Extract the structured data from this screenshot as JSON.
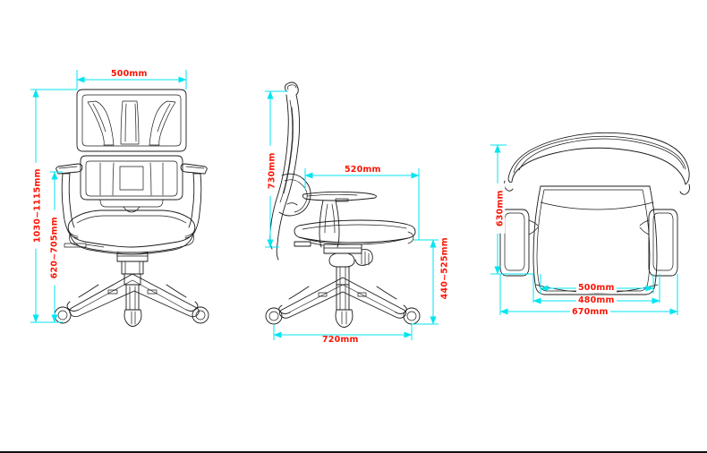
{
  "document": {
    "type": "technical-dimension-drawing",
    "subject": "office mesh chair",
    "unit": "mm",
    "colors": {
      "dimension_line": "#00e5f0",
      "dimension_text": "#fa1405",
      "outline": "#1a1a1a",
      "background": "#ffffff"
    },
    "views": [
      {
        "id": "front",
        "name": "Front view"
      },
      {
        "id": "side",
        "name": "Side view"
      },
      {
        "id": "top",
        "name": "Top view"
      }
    ]
  },
  "dimensions": {
    "front": {
      "width": "500mm",
      "overall_height": "1030~1115mm",
      "seat_height": "620~705mm"
    },
    "side": {
      "back_height": "730mm",
      "seat_depth_armrest": "520mm",
      "seat_height": "440~525mm",
      "base_diameter": "720mm"
    },
    "top": {
      "depth": "630mm",
      "seat_width_inner": "500mm",
      "seat_width_outer": "480mm",
      "overall_width": "670mm"
    }
  }
}
